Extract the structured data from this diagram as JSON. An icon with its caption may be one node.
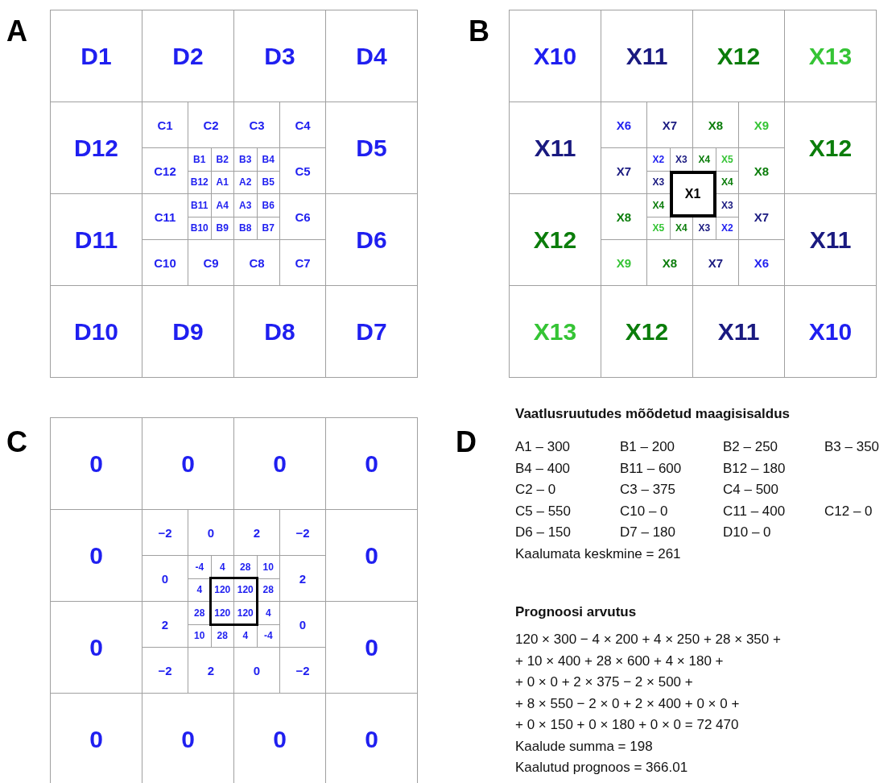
{
  "diagram": {
    "labels": [
      "A",
      "D1",
      "D2",
      "D3",
      "D4",
      "D12",
      "C1",
      "C2",
      "C3",
      "C4",
      "D5",
      "C12",
      "B1",
      "B2",
      "B3",
      "B4",
      "C5",
      "B12",
      "A1",
      "A2",
      "B5",
      "D11",
      "C11",
      "B11",
      "A4",
      "A3",
      "B6",
      "C6",
      "D6",
      "B10",
      "B9",
      "B8",
      "B7",
      "C10",
      "C9",
      "C8",
      "C7",
      "D10",
      "D9",
      "D8",
      "D7",
      "B",
      "X10",
      "X11",
      "X12",
      "X13",
      "X11",
      "X6",
      "X7",
      "X8",
      "X9",
      "X12",
      "X7",
      "X2",
      "X3",
      "X4",
      "X5",
      "X8",
      "X3",
      "X1",
      "X4",
      "X12",
      "X8",
      "X4",
      "X3",
      "X7",
      "X11",
      "X5",
      "X4",
      "X3",
      "X2",
      "X9",
      "X8",
      "X7",
      "X6",
      "X13",
      "X12",
      "X11",
      "X10",
      "C",
      "0",
      "0",
      "0",
      "0",
      "0",
      "−2",
      "0",
      "2",
      "−2",
      "0",
      "0",
      "-4",
      "4",
      "28",
      "10",
      "2",
      "4",
      "120",
      "120",
      "28",
      "0",
      "2",
      "28",
      "120",
      "120",
      "4",
      "0",
      "0",
      "10",
      "28",
      "4",
      "-4",
      "−2",
      "2",
      "0",
      "−2",
      "0",
      "0",
      "0",
      "0",
      "D",
      "Vaatlusruutudes mõõdetud maagisisaldus",
      "A1 – 300",
      "B1 – 200",
      "B2 – 250",
      "B3 – 350",
      "B4 – 400",
      "B11 – 600",
      "B12 – 180",
      "C2 – 0",
      "C3 – 375",
      "C4 – 500",
      "C5 – 550",
      "C10 – 0",
      "C11 – 400",
      "C12 – 0",
      "D6 – 150",
      "D7 – 180",
      "D10 – 0",
      "Kaalumata keskmine = 261",
      "Prognoosi arvutus",
      "120 × 300 − 4 × 200 + 4 × 250 + 28 × 350 +",
      "+ 10 × 400 + 28 × 600 + 4 × 180 +",
      "+ 0 × 0 + 2 × 375 − 2 × 500 +",
      "+ 8 × 550 − 2 × 0 + 2 × 400 + 0 × 0 +",
      "+ 0 × 150 + 0 × 180 + 0 × 0 = 72 470",
      "Kaalude summa = 198",
      "Kaalutud prognoos = 366.01"
    ]
  }
}
